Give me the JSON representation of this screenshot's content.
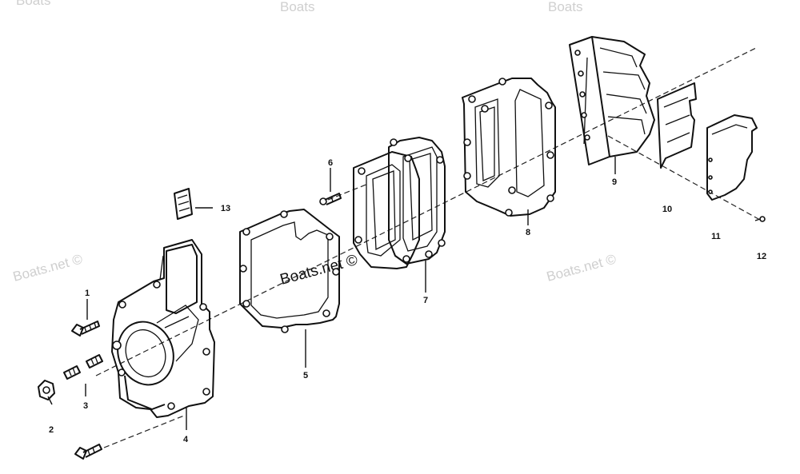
{
  "watermark": {
    "text": "Boats.net ©",
    "top_fragment": "Boats"
  },
  "callouts": [
    "1",
    "2",
    "3",
    "4",
    "5",
    "6",
    "7",
    "8",
    "9",
    "10",
    "11",
    "12",
    "13"
  ]
}
